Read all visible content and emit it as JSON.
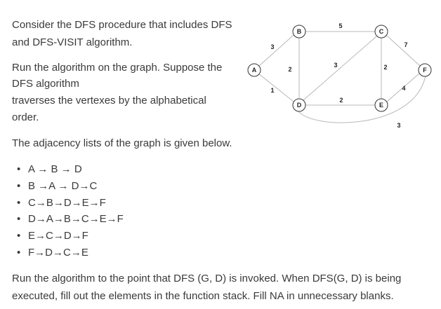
{
  "intro": {
    "line1": "Consider the DFS procedure that includes DFS",
    "line2": "and DFS-VISIT algorithm.",
    "line3": "Run the algorithm on the graph. Suppose the",
    "line4": "DFS algorithm",
    "line5": "traverses the vertexes by the alphabetical",
    "line6": "order."
  },
  "adjacency_heading": "The adjacency lists of the graph is given below.",
  "adjacency_lists": [
    "A → B → D",
    "B →A → D→C",
    "C→B→D→E→F",
    "D→A→B→C→E→F",
    "E→C→D→F",
    "F→D→C→E"
  ],
  "graph": {
    "nodes": [
      "A",
      "B",
      "C",
      "D",
      "E",
      "F"
    ],
    "edges": [
      {
        "from": "A",
        "to": "B",
        "weight": "3"
      },
      {
        "from": "A",
        "to": "D",
        "weight": "1"
      },
      {
        "from": "B",
        "to": "D",
        "weight": "2"
      },
      {
        "from": "B",
        "to": "C",
        "weight": "5"
      },
      {
        "from": "D",
        "to": "C",
        "weight": "3"
      },
      {
        "from": "D",
        "to": "E",
        "weight": "2"
      },
      {
        "from": "C",
        "to": "E",
        "weight": "2"
      },
      {
        "from": "C",
        "to": "F",
        "weight": "7"
      },
      {
        "from": "E",
        "to": "F",
        "weight": "4"
      },
      {
        "from": "D",
        "to": "F",
        "weight": "3"
      }
    ]
  },
  "question": {
    "line1": "Run the algorithm to the point that DFS (G, D) is invoked. When DFS(G, D) is being",
    "line2": "executed, fill out the elements in the function stack. Fill NA in unnecessary blanks."
  }
}
